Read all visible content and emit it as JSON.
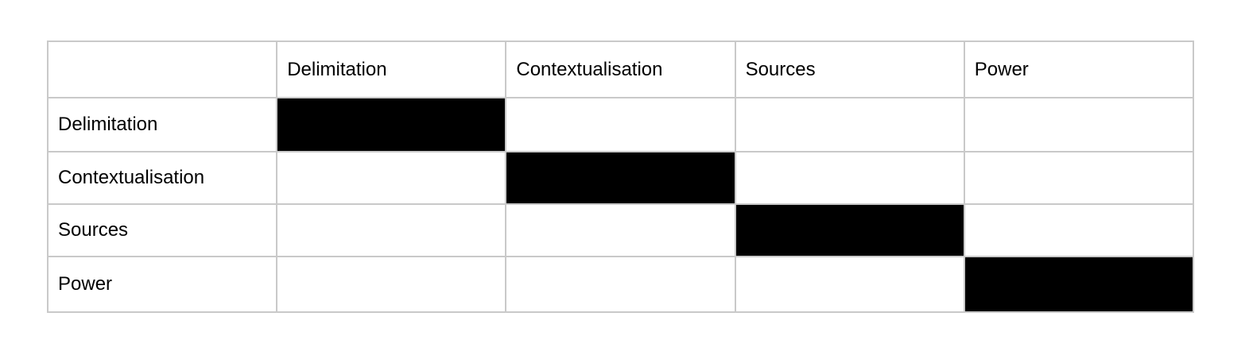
{
  "table": {
    "header": [
      "",
      "Delimitation",
      "Contextualisation",
      "Sources",
      "Power"
    ],
    "rows": [
      {
        "label": "Delimitation",
        "cells": [
          true,
          false,
          false,
          false
        ]
      },
      {
        "label": "Contextualisation",
        "cells": [
          false,
          true,
          false,
          false
        ]
      },
      {
        "label": "Sources",
        "cells": [
          false,
          false,
          true,
          false
        ]
      },
      {
        "label": "Power",
        "cells": [
          false,
          false,
          false,
          true
        ]
      }
    ],
    "colors": {
      "fill": "#000000",
      "border": "#c9c9c9",
      "background": "#ffffff",
      "text": "#000000"
    }
  }
}
